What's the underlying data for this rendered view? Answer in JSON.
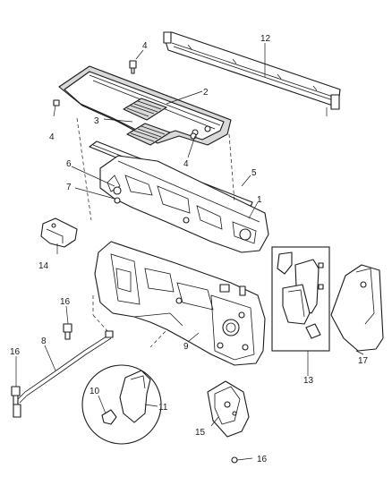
{
  "callouts": {
    "c1": "1",
    "c2": "2",
    "c3": "3",
    "c4a": "4",
    "c4b": "4",
    "c4c": "4",
    "c5": "5",
    "c6": "6",
    "c7": "7",
    "c8": "8",
    "c9": "9",
    "c10": "10",
    "c11": "11",
    "c12": "12",
    "c13": "13",
    "c14": "14",
    "c15": "15",
    "c16a": "16",
    "c16b": "16",
    "c16c": "16",
    "c17": "17"
  }
}
